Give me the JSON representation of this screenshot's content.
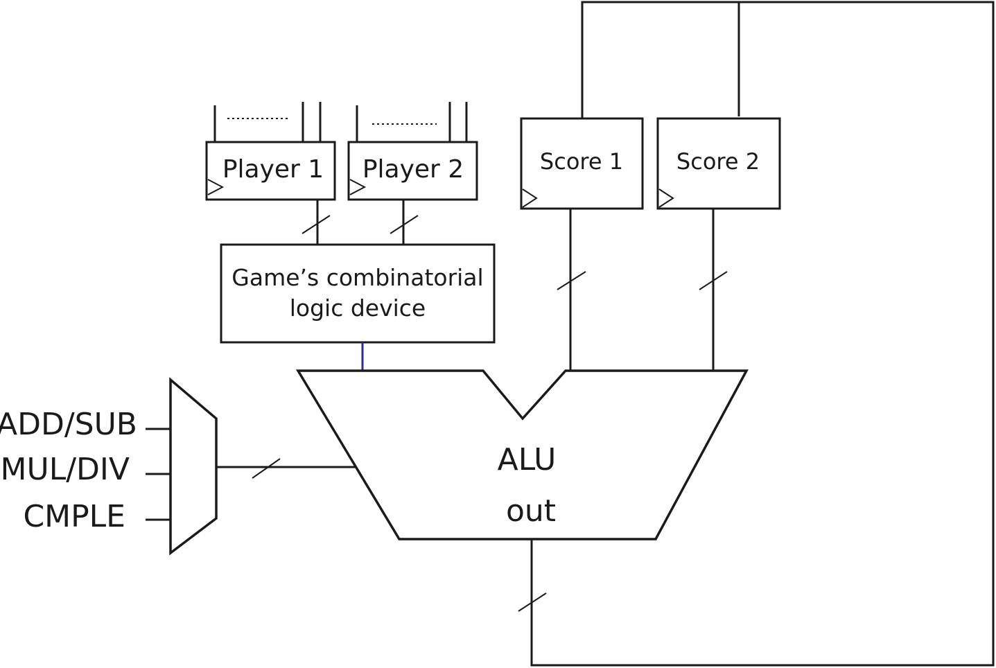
{
  "blocks": {
    "player1": "Player 1",
    "player2": "Player 2",
    "score1": "Score 1",
    "score2": "Score 2",
    "logic_line1": "Game’s combinatorial",
    "logic_line2": "logic device",
    "alu_name": "ALU",
    "alu_output": "out"
  },
  "operations": [
    "ADD/SUB",
    "MUL/DIV",
    "CMPLE"
  ],
  "colors": {
    "line": "#1a1a1a",
    "logic_to_alu_wire": "#2b2f8f",
    "background": "#ffffff"
  }
}
